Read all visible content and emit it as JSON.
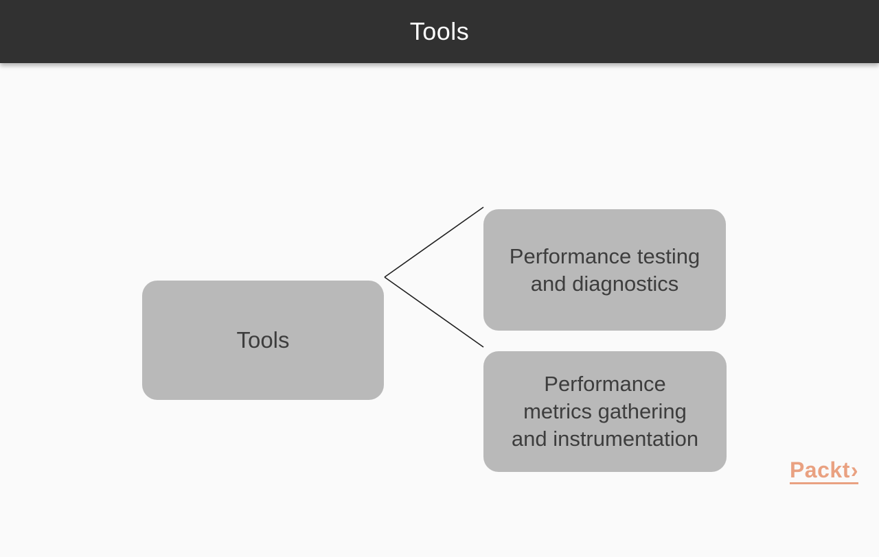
{
  "header": {
    "title": "Tools"
  },
  "diagram": {
    "type": "mind-map",
    "root": {
      "label": "Tools"
    },
    "children": [
      {
        "label": "Performance testing and diagnostics"
      },
      {
        "label": "Performance metrics gathering and instrumentation"
      }
    ]
  },
  "footer": {
    "logo_text": "Packt",
    "logo_arrow": "›"
  },
  "colors": {
    "header_bg": "#313131",
    "header_text": "#fdfdfd",
    "page_bg": "#fafafa",
    "node_bg": "#b9b9b9",
    "node_text": "#3d3d3d",
    "connector": "#1f1f1f",
    "accent": "#e9a181"
  }
}
